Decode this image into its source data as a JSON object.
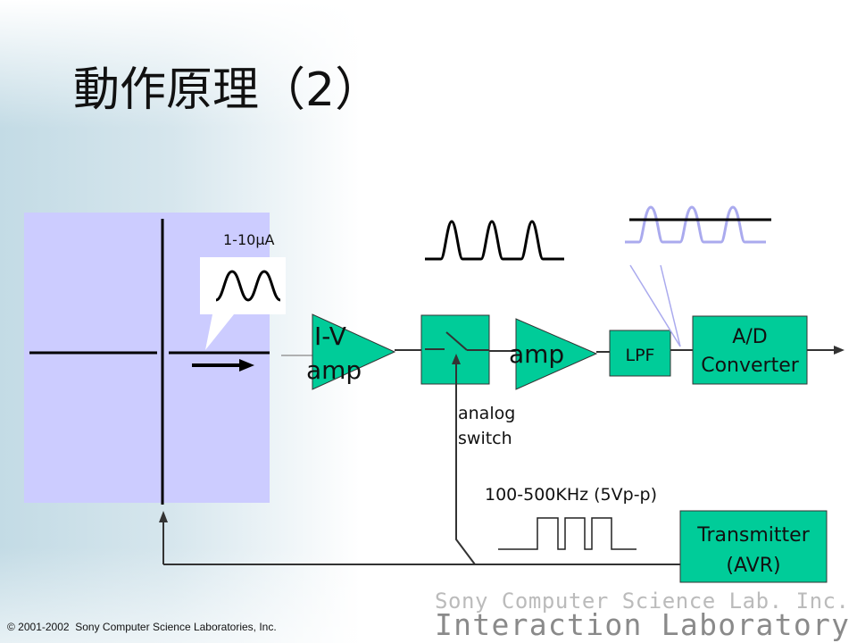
{
  "slide": {
    "title": "動作原理（2）",
    "copyright": "© 2001-2002  Sony Computer Science Laboratories, Inc.",
    "logo": {
      "line1": "Sony Computer Science Lab. Inc.",
      "line2": "Interaction Laboratory"
    }
  },
  "diagram": {
    "current_label": "1-10μA",
    "blocks": {
      "iv_amp": [
        "I-V",
        "amp"
      ],
      "amp": "amp",
      "lpf": "LPF",
      "ad_converter": [
        "A/D",
        "Converter"
      ],
      "transmitter": [
        "Transmitter",
        "(AVR)"
      ]
    },
    "switch_label": [
      "analog",
      "switch"
    ],
    "frequency_label": "100-500KHz (5Vp-p)"
  },
  "colors": {
    "block": "#00cc99",
    "panel": "#ccccff",
    "filtered_wave": "#aaaaee",
    "logo_line1": "#bbbbbb",
    "logo_line2": "#8a8a8a"
  }
}
